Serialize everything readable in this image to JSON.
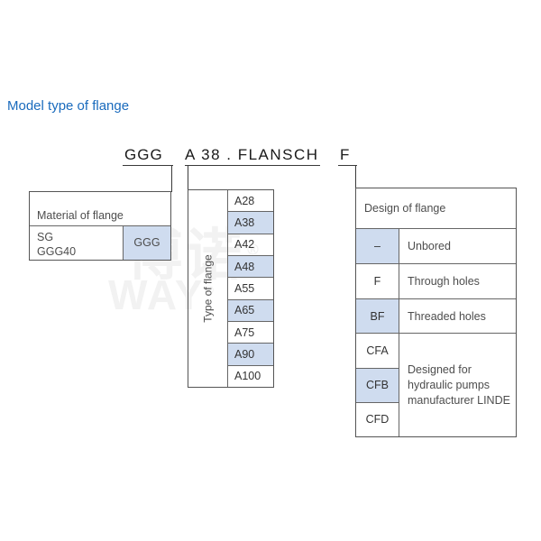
{
  "page": {
    "title": "Model type of flange",
    "title_color": "#1a6bbd",
    "shade_color": "#cfdcef"
  },
  "watermark": {
    "cjk_text": "博诺",
    "latin_text": "WAY",
    "registered_mark": "®"
  },
  "code_line": {
    "material_code": "GGG",
    "type_code": "A 38 . FLANSCH",
    "design_code": "F"
  },
  "material_panel": {
    "header": "Material of flange",
    "name": "SG\nGGG40",
    "code": "GGG"
  },
  "type_panel": {
    "axis_label": "Type of flange",
    "rows": [
      {
        "label": "A28",
        "shaded": false
      },
      {
        "label": "A38",
        "shaded": true
      },
      {
        "label": "A42",
        "shaded": false
      },
      {
        "label": "A48",
        "shaded": true
      },
      {
        "label": "A55",
        "shaded": false
      },
      {
        "label": "A65",
        "shaded": true
      },
      {
        "label": "A75",
        "shaded": false
      },
      {
        "label": "A90",
        "shaded": true
      },
      {
        "label": "A100",
        "shaded": false
      }
    ]
  },
  "design_panel": {
    "header": "Design of flange",
    "rows": [
      {
        "code": "–",
        "description": "Unbored",
        "shaded": true
      },
      {
        "code": "F",
        "description": "Through holes",
        "shaded": false
      },
      {
        "code": "BF",
        "description": "Threaded holes",
        "shaded": true
      }
    ],
    "group": {
      "codes": [
        {
          "code": "CFA",
          "shaded": false
        },
        {
          "code": "CFB",
          "shaded": true
        },
        {
          "code": "CFD",
          "shaded": false
        }
      ],
      "description": "Designed for\nhydraulic pumps\nmanufacturer LINDE"
    }
  }
}
